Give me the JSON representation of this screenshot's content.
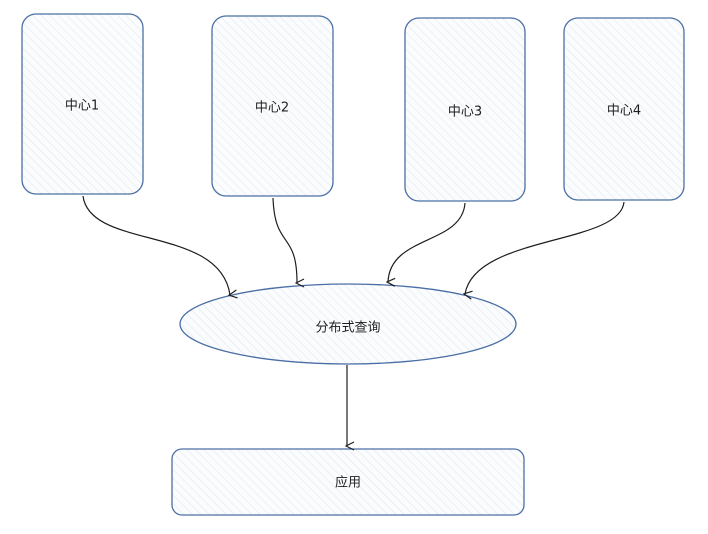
{
  "nodes": {
    "center1": "中心1",
    "center2": "中心2",
    "center3": "中心3",
    "center4": "中心4",
    "query": "分布式查询",
    "app": "应用"
  },
  "colors": {
    "stroke": "#4a6fa5",
    "fill": "#f4f6fa",
    "arrow": "#1e1e1e"
  }
}
